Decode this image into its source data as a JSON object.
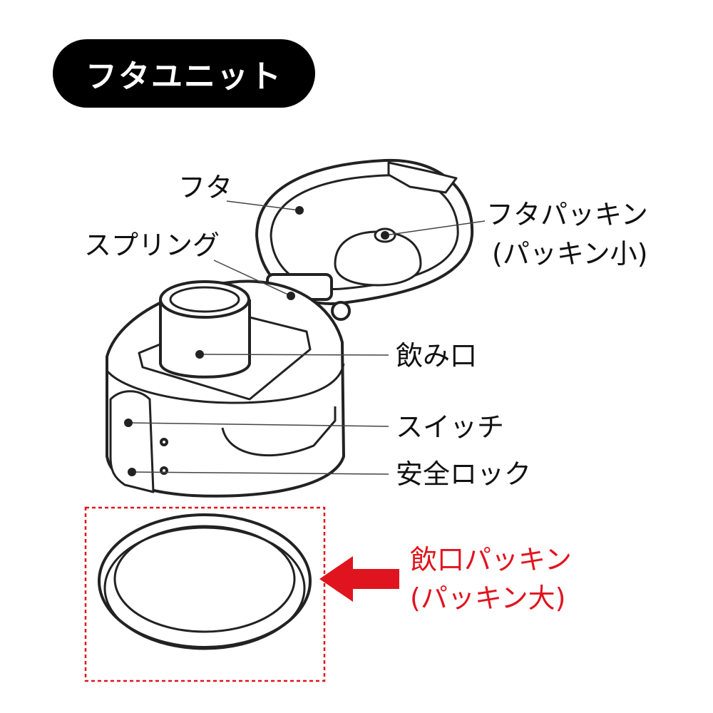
{
  "title": "フタユニット",
  "labels": {
    "lid": "フタ",
    "spring": "スプリング",
    "lid_packing": "フタパッキン",
    "lid_packing_sub": "(パッキン小)",
    "spout": "飲み口",
    "switch": "スイッチ",
    "safety_lock": "安全ロック",
    "spout_packing": "飲口パッキン",
    "spout_packing_sub": "(パッキン大)"
  },
  "colors": {
    "accent": "#e0141e",
    "title_bg": "#000000"
  }
}
